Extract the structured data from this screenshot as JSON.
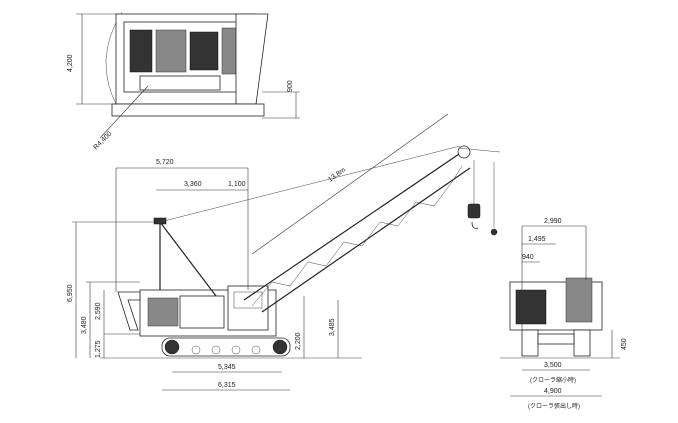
{
  "dimensions": {
    "top_width": "4,200",
    "top_offset": "900",
    "swing_radius": "R4,400",
    "front_overhang": "5,720",
    "boom_foot": "3,360",
    "boom_center": "1,100",
    "boom_length": "13.8m",
    "overall_height": "6,950",
    "cab_height": "3,480",
    "mast_height": "2,590",
    "body_height": "1,275",
    "tail_height": "2,200",
    "boom_pivot_height": "3,485",
    "track_length": "5,345",
    "overall_length": "6,315",
    "rear_width_total": "2,990",
    "rear_width_a": "1,495",
    "rear_width_b": "940",
    "track_gauge": "3,500",
    "ground_clear": "450",
    "overall_width": "4,900"
  },
  "captions": {
    "retracted": "(クローラ縮小時)",
    "extended": "(クローラ張出し時)"
  }
}
